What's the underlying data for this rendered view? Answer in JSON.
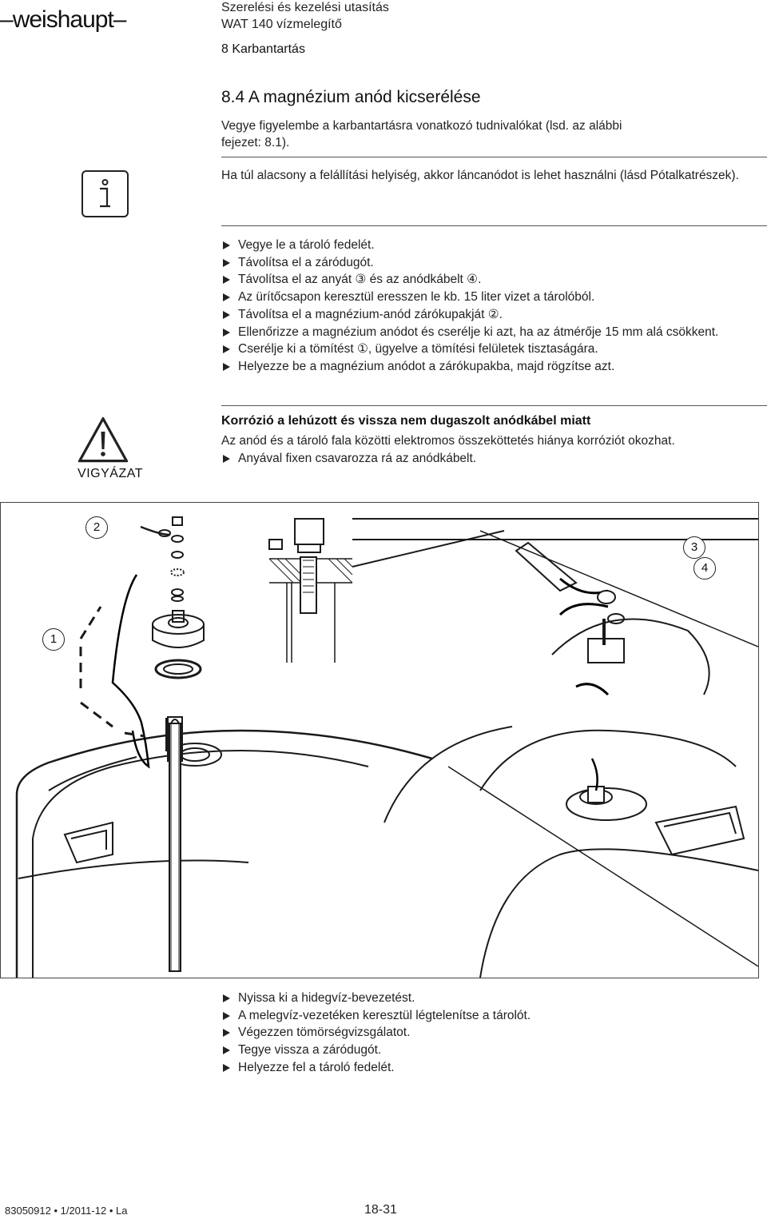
{
  "header": {
    "logo": "weishaupt",
    "doc_title": "Szerelési és kezelési utasítás",
    "product": "WAT 140 vízmelegítő",
    "chapter": "8 Karbantartás"
  },
  "section": {
    "title": "8.4 A magnézium anód kicserélése",
    "intro": "Vegye figyelembe a karbantartásra vonatkozó tudnivalókat (lsd. az alábbi fejezet: 8.1).",
    "info_note": "Ha túl alacsony a felállítási helyiség, akkor láncanódot is lehet használni (lásd Pótalkatrészek)."
  },
  "steps": [
    "Vegye le a tároló fedelét.",
    "Távolítsa el a záródugót.",
    "Távolítsa el az anyát ③ és az anódkábelt ④.",
    "Az ürítőcsapon keresztül eresszen le kb. 15 liter vizet a tárolóból.",
    "Távolítsa el a magnézium-anód zárókupakját ②.",
    "Ellenőrizze a magnézium anódot és cserélje ki azt, ha az átmérője 15 mm alá csökkent.",
    "Cserélje ki a tömítést ①, ügyelve a tömítési felületek tisztaságára.",
    "Helyezze be a magnézium anódot a zárókupakba, majd rögzítse azt."
  ],
  "warning": {
    "label": "VIGYÁZAT",
    "title": "Korrózió a lehúzott és vissza nem dugaszolt anódkábel miatt",
    "text": "Az anód és a tároló fala közötti elektromos összeköttetés hiánya korróziót okozhat.",
    "action": "Anyával fixen csavarozza rá az anódkábelt."
  },
  "callouts": [
    "1",
    "2",
    "3",
    "4"
  ],
  "final_steps": [
    "Nyissa ki a hidegvíz-bevezetést.",
    "A melegvíz-vezetéken keresztül légtelenítse a tárolót.",
    "Végezzen tömörségvizsgálatot.",
    "Tegye vissza a záródugót.",
    "Helyezze fel a tároló fedelét."
  ],
  "footer": {
    "doc_number": "83050912 • 1/2011-12 • La",
    "page": "18-31"
  }
}
